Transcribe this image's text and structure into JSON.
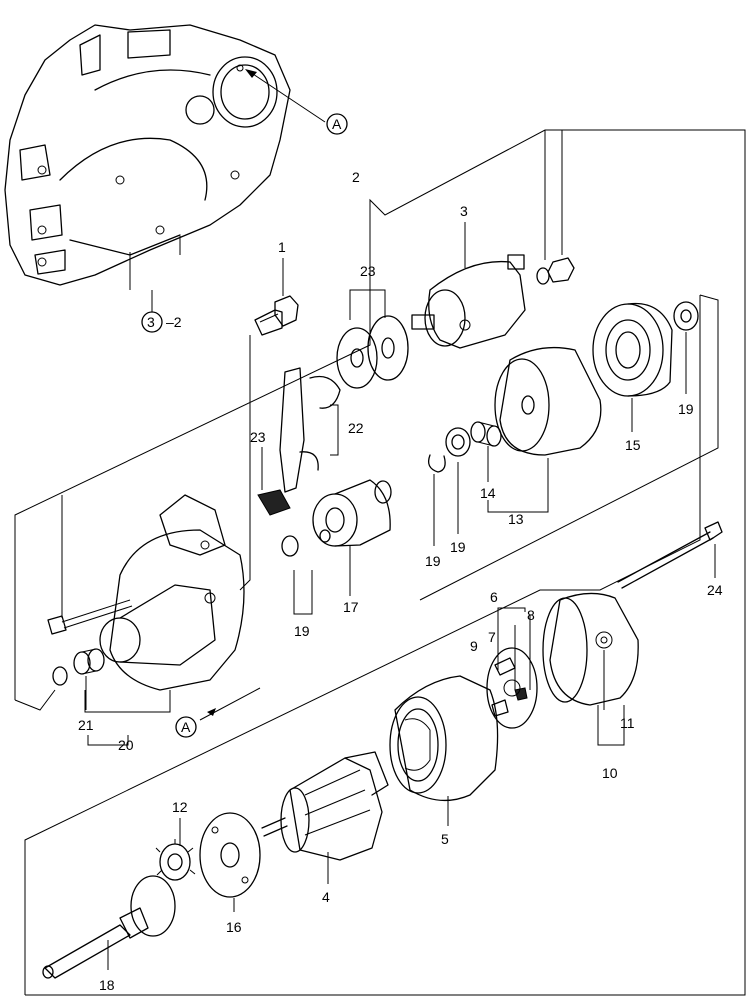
{
  "diagram": {
    "callouts": {
      "p1": "1",
      "p2": "2",
      "p3": "3",
      "p4": "4",
      "p5": "5",
      "p6": "6",
      "p7": "7",
      "p8": "8",
      "p9": "9",
      "p10": "10",
      "p11": "11",
      "p12": "12",
      "p13": "13",
      "p14": "14",
      "p15": "15",
      "p16": "16",
      "p17": "17",
      "p18": "18",
      "p19a": "19",
      "p19b": "19",
      "p19c": "19",
      "p19d": "19",
      "p20": "20",
      "p21": "21",
      "p22": "22",
      "p23a": "23",
      "p23b": "23",
      "p24": "24"
    },
    "ref_housing": {
      "circle": "3",
      "suffix": "–2"
    },
    "ref_a_top": "A",
    "ref_a_bottom": "A"
  }
}
